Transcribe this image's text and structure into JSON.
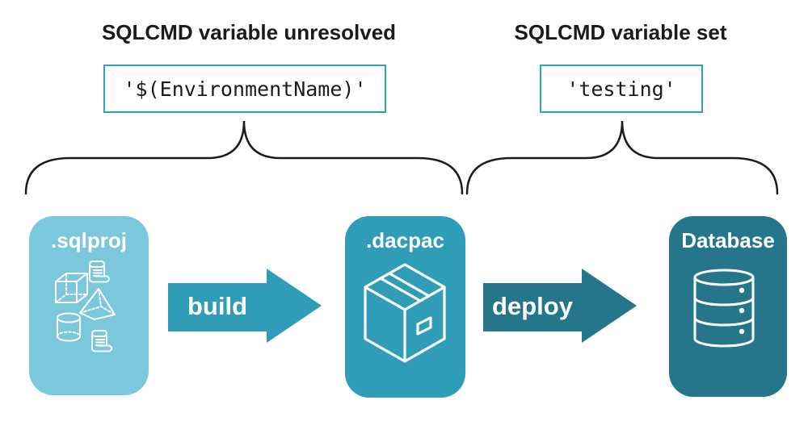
{
  "headings": {
    "left": "SQLCMD variable unresolved",
    "right": "SQLCMD variable set"
  },
  "code_boxes": {
    "left": "'$(EnvironmentName)'",
    "right": "'testing'"
  },
  "pipeline": {
    "sqlproj": {
      "label": ".sqlproj",
      "color": "#7bc8dc",
      "icons": [
        "scroll-icon",
        "cube-icon",
        "pyramid-icon",
        "cylinder-icon",
        "scroll-icon"
      ]
    },
    "build_arrow": {
      "label": "build",
      "color": "#2f9db8"
    },
    "dacpac": {
      "label": ".dacpac",
      "color": "#2f9db8",
      "icon": "package-icon"
    },
    "deploy_arrow": {
      "label": "deploy",
      "color": "#25768a"
    },
    "database": {
      "label": "Database",
      "color": "#25768a",
      "icon": "database-icon"
    }
  },
  "colors": {
    "background": "#ffffff",
    "heading_text": "#1b1b1b",
    "code_text": "#1b1b1b",
    "code_border": "#2e9fbc",
    "brace": "#1c1c1c",
    "icon_stroke": "#ffffff",
    "node_label_text": "#ffffff"
  }
}
